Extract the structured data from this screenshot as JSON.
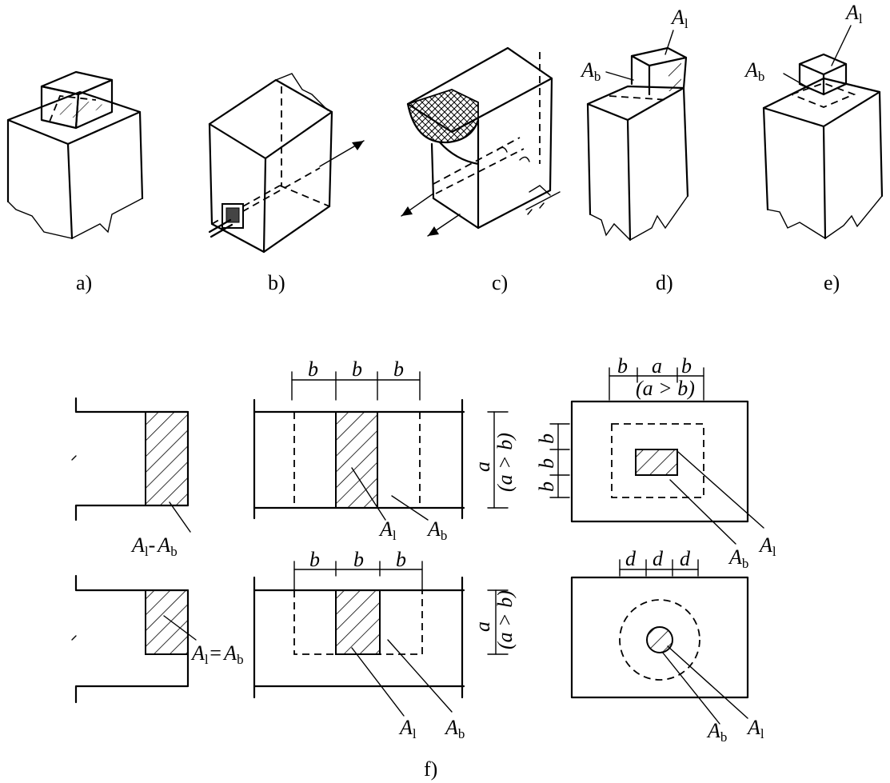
{
  "captions": {
    "a": "a)",
    "b": "b)",
    "c": "c)",
    "d": "d)",
    "e": "e)",
    "f": "f)"
  },
  "labels": {
    "A": "A",
    "sub_l": "l",
    "sub_b": "b",
    "eq_minus": "-",
    "eq_equal": "=",
    "b": "b",
    "a": "a",
    "d": "d",
    "a_gt_b": "(a > b)"
  }
}
